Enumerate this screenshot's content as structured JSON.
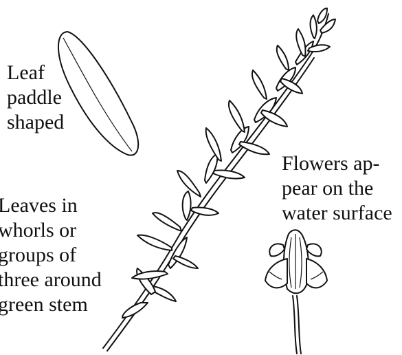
{
  "labels": {
    "leaf": "Leaf\npaddle\nshaped",
    "leaves": "Leaves in\nwhorls or\ngroups of\nthree around\ngreen stem",
    "flowers": "Flowers ap-\npear on the\nwater surface"
  },
  "colors": {
    "ink": "#111111",
    "background": "#ffffff"
  }
}
